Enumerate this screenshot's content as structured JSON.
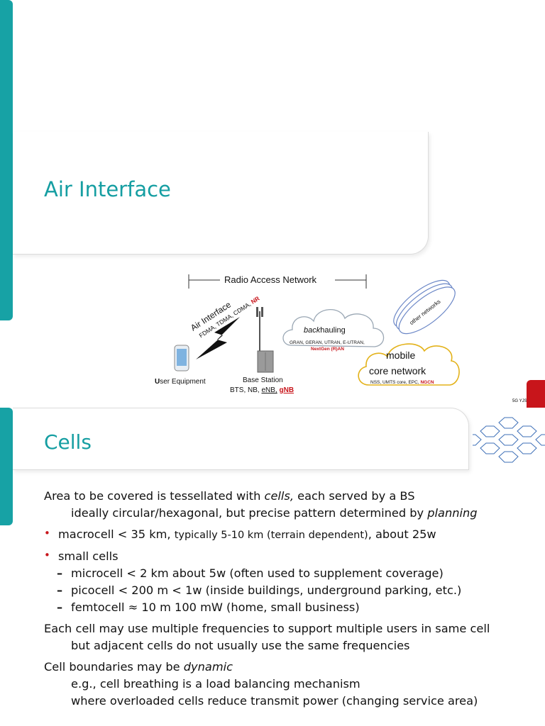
{
  "slide1": {
    "title": "Air Interface",
    "diagram": {
      "ran_label": "Radio Access Network",
      "air_interface_label": "Air Interface",
      "access_schemes": "FDMA, TDMA, CDMA,",
      "access_schemes_nr": "NR",
      "user_equipment_label_bold": "U",
      "user_equipment_label": "ser Equipment",
      "base_station_label": "Base Station",
      "base_station_types": "BTS, NB,",
      "base_station_enb": "eNB,",
      "base_station_gnb": "gNB",
      "backhauling_italic": "back",
      "backhauling_rest": "hauling",
      "backhaul_networks": "GRAN, GERAN, UTRAN, E-UTRAN,",
      "backhaul_nextgen": "NextGen (R)AN",
      "other_networks": "other networks",
      "mobile_label": "mobile",
      "core_network_label": "core network",
      "core_types": "NSS, UMTS core, EPC,",
      "core_ngcn": "NGCN",
      "corner_text": "5G YJS"
    },
    "colors": {
      "accent": "#17a2a5",
      "title": "#159ea2",
      "red": "#c8151b"
    }
  },
  "slide2": {
    "title": "Cells",
    "line1_pre": "Area to be covered is tessellated with ",
    "line1_italic": "cells,",
    "line1_post": " each served by a BS",
    "line2_pre": "ideally circular/hexagonal, but precise pattern determined by ",
    "line2_italic": "planning",
    "macro_pre": "macrocell < 35 km, ",
    "macro_small": "typically 5-10 km (terrain dependent)",
    "macro_post": ", about 25w",
    "small_cells": "small cells",
    "micro": "microcell  < 2 km  about 5w (often used to supplement coverage)",
    "pico": "picocell < 200 m   < 1w (inside buildings, underground parking, etc.)",
    "femto": "femtocell ≈ 10 m  100 mW (home, small business)",
    "freq1": "Each cell may use multiple frequencies to support multiple users in same cell",
    "freq2": "but adjacent cells do not usually use the same frequencies",
    "bound_pre": "Cell boundaries may be ",
    "bound_italic": "dynamic",
    "breath1": "e.g., cell breathing is a load balancing mechanism",
    "breath2": "where overloaded cells reduce transmit power (changing service area)"
  }
}
